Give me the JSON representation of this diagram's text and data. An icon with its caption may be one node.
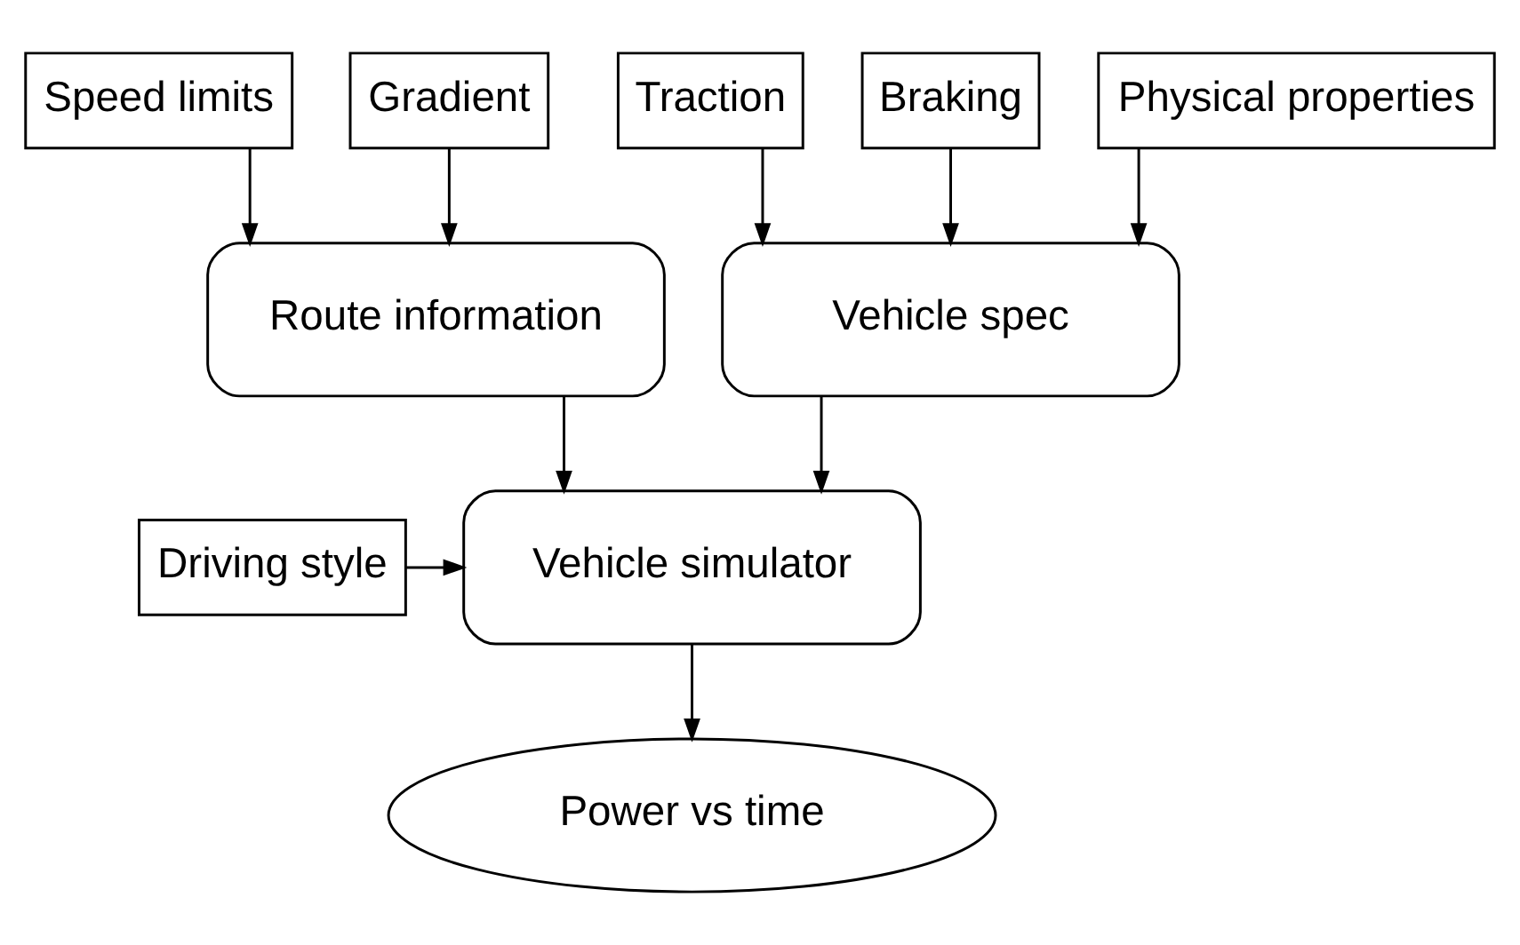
{
  "diagram": {
    "nodes": [
      {
        "text": [
          "Speed limits"
        ]
      },
      {
        "text": [
          "Gradient"
        ]
      },
      {
        "text": [
          "Traction"
        ]
      },
      {
        "text": [
          "Braking"
        ]
      },
      {
        "text": [
          "Physical properties"
        ]
      },
      {
        "text": [
          "Route information"
        ]
      },
      {
        "text": [
          "Vehicle spec"
        ]
      },
      {
        "text": [
          "Driving style"
        ]
      },
      {
        "text": [
          "Vehicle simulator"
        ]
      },
      {
        "text": [
          "Power vs time"
        ]
      }
    ],
    "edges": [
      {
        "from": 0,
        "to": 5,
        "arrow": "to"
      },
      {
        "from": 1,
        "to": 5,
        "arrow": "to"
      },
      {
        "from": 2,
        "to": 6,
        "arrow": "to"
      },
      {
        "from": 3,
        "to": 6,
        "arrow": "to"
      },
      {
        "from": 4,
        "to": 6,
        "arrow": "to"
      },
      {
        "from": 5,
        "to": 8,
        "arrow": "to"
      },
      {
        "from": 6,
        "to": 8,
        "arrow": "to"
      },
      {
        "from": 7,
        "to": 8,
        "arrow": "to"
      },
      {
        "from": 8,
        "to": 9,
        "arrow": "to"
      }
    ]
  }
}
